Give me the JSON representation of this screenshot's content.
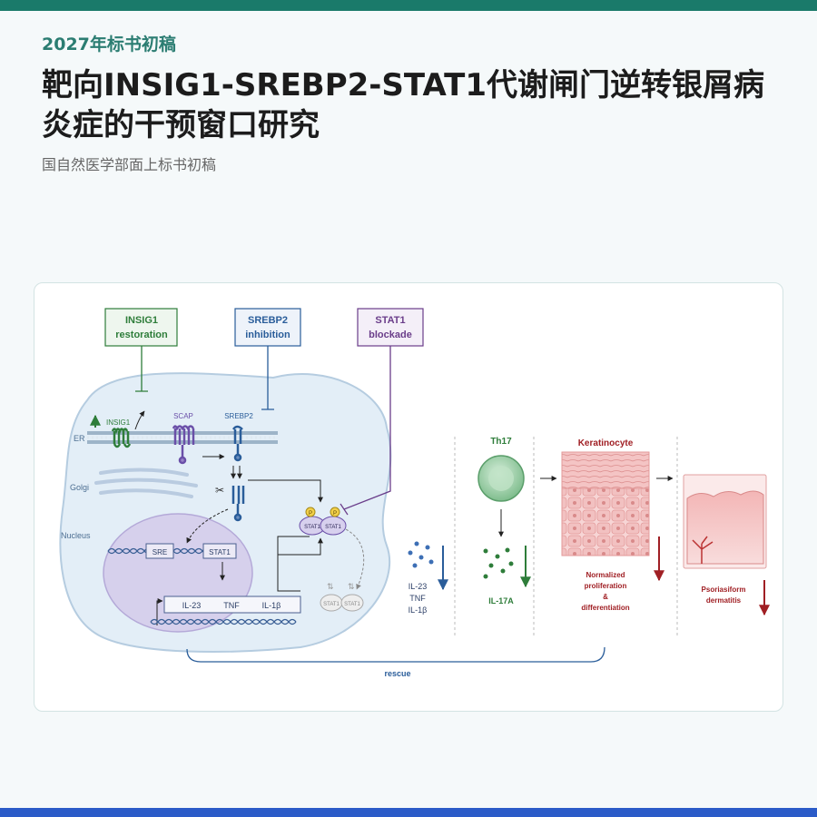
{
  "header": {
    "eyebrow": "2027年标书初稿",
    "title": "靶向INSIG1-SREBP2-STAT1代谢闸门逆转银屑病炎症的干预窗口研究",
    "subtitle": "国自然医学部面上标书初稿"
  },
  "figure": {
    "interventions": {
      "insig1": {
        "line1": "INSIG1",
        "line2": "restoration"
      },
      "srebp2": {
        "line1": "SREBP2",
        "line2": "inhibition"
      },
      "stat1": {
        "line1": "STAT1",
        "line2": "blockade"
      }
    },
    "cell": {
      "er": "ER",
      "golgi": "Golgi",
      "nucleus": "Nucleus",
      "insig1": "INSIG1",
      "scap": "SCAP",
      "srebp2": "SREBP2",
      "sre": "SRE",
      "stat1_gene": "STAT1",
      "genes": [
        "IL-23",
        "TNF",
        "IL-1β"
      ],
      "p": "P",
      "stat1_dimer": "STAT1",
      "stat1_inactive": "STAT1"
    },
    "cytokines": [
      "IL-23",
      "TNF",
      "IL-1β"
    ],
    "th17": "Th17",
    "il17a": "IL-17A",
    "keratinocyte": "Keratinocyte",
    "kc_outcome": [
      "Normalized",
      "proliferation",
      "&",
      "differentiation"
    ],
    "psoriasiform": [
      "Psoriasiform",
      "dermatitis"
    ],
    "rescue": "rescue",
    "colors": {
      "insig1": "#2e7d3a",
      "srebp2": "#2a5d9a",
      "stat1": "#6a3d8a",
      "down_red": "#a01f24",
      "down_blue": "#2a5d9a",
      "down_green": "#2e7d3a"
    }
  }
}
